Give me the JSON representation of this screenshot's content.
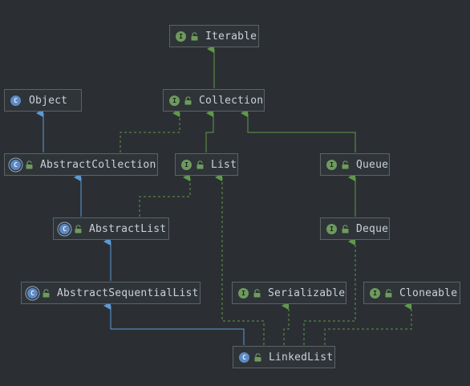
{
  "colors": {
    "background": "#2b2f33",
    "interface_badge": "#6d9b5c",
    "class_badge": "#5d8ac4",
    "extends_arrow": "#5b9bd5",
    "implements_arrow": "#5f9a4a",
    "node_border": "#5d6266"
  },
  "diagram": {
    "nodes": {
      "iterable": {
        "label": "Iterable",
        "kind": "interface",
        "badge": "I"
      },
      "object": {
        "label": "Object",
        "kind": "class",
        "badge": "C"
      },
      "collection": {
        "label": "Collection",
        "kind": "interface",
        "badge": "I"
      },
      "abstractCollection": {
        "label": "AbstractCollection",
        "kind": "abstract-class",
        "badge": "C"
      },
      "list": {
        "label": "List",
        "kind": "interface",
        "badge": "I"
      },
      "queue": {
        "label": "Queue",
        "kind": "interface",
        "badge": "I"
      },
      "abstractList": {
        "label": "AbstractList",
        "kind": "abstract-class",
        "badge": "C"
      },
      "deque": {
        "label": "Deque",
        "kind": "interface",
        "badge": "I"
      },
      "abstractSequentialList": {
        "label": "AbstractSequentialList",
        "kind": "abstract-class",
        "badge": "C"
      },
      "serializable": {
        "label": "Serializable",
        "kind": "interface",
        "badge": "I"
      },
      "cloneable": {
        "label": "Cloneable",
        "kind": "interface",
        "badge": "I"
      },
      "linkedList": {
        "label": "LinkedList",
        "kind": "class",
        "badge": "C"
      }
    },
    "edges": [
      {
        "from": "collection",
        "to": "iterable",
        "type": "extends-interface"
      },
      {
        "from": "abstractCollection",
        "to": "object",
        "type": "extends"
      },
      {
        "from": "abstractCollection",
        "to": "collection",
        "type": "implements"
      },
      {
        "from": "list",
        "to": "collection",
        "type": "extends-interface"
      },
      {
        "from": "queue",
        "to": "collection",
        "type": "extends-interface"
      },
      {
        "from": "abstractList",
        "to": "abstractCollection",
        "type": "extends"
      },
      {
        "from": "abstractList",
        "to": "list",
        "type": "implements"
      },
      {
        "from": "deque",
        "to": "queue",
        "type": "extends-interface"
      },
      {
        "from": "abstractSequentialList",
        "to": "abstractList",
        "type": "extends"
      },
      {
        "from": "linkedList",
        "to": "abstractSequentialList",
        "type": "extends"
      },
      {
        "from": "linkedList",
        "to": "list",
        "type": "implements"
      },
      {
        "from": "linkedList",
        "to": "serializable",
        "type": "implements"
      },
      {
        "from": "linkedList",
        "to": "deque",
        "type": "implements"
      },
      {
        "from": "linkedList",
        "to": "cloneable",
        "type": "implements"
      }
    ]
  }
}
